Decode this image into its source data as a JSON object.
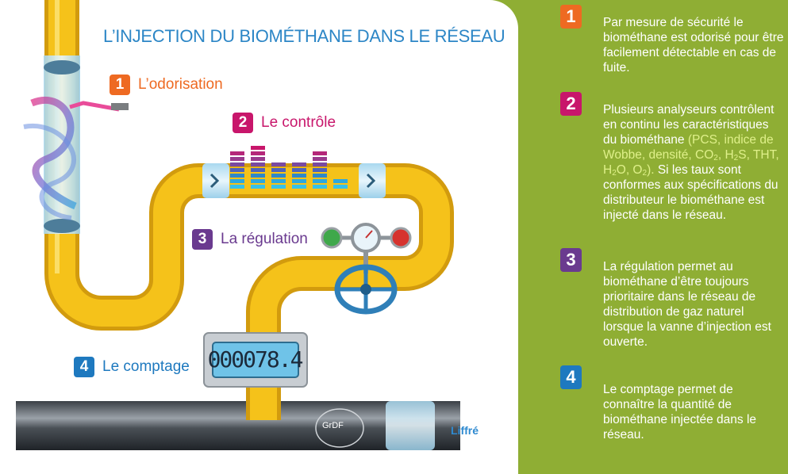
{
  "title": "L’INJECTION DU BIOMÉTHANE DANS LE RÉSEAU",
  "steps": [
    {
      "number": "1",
      "label": "L’odorisation"
    },
    {
      "number": "2",
      "label": "Le contrôle"
    },
    {
      "number": "3",
      "label": "La régulation"
    },
    {
      "number": "4",
      "label": "Le comptage"
    }
  ],
  "meter_value": "000078.4",
  "location": "Liffré",
  "logo_text": "GrDF",
  "descriptions": {
    "step1": "Par mesure de sécurité le biométhane est odorisé pour être facilement détectable en cas de fuite.",
    "step2_pre": "Plusieurs analyseurs contrôlent en continu les caractéristiques du biométhane",
    "step2_hl_1": "(PCS, indice de Wobbe, densité, CO",
    "step2_hl_2": ", H",
    "step2_hl_3": "S, THT, H",
    "step2_hl_4": "O, O",
    "step2_hl_5": ").",
    "step2_sub": "2",
    "step2_post": "Si les taux sont conformes aux spécifications du distributeur le biométhane est injecté dans le réseau.",
    "step3": "La régulation permet au biométhane d’être toujours prioritaire dans le réseau de distribution de gaz naturel lorsque la vanne d’injection est ouverte.",
    "step4": "Le comptage permet de connaître la quantité de biométhane injectée dans le réseau."
  },
  "bar_levels": [
    7,
    8,
    5,
    5,
    7,
    2
  ],
  "colors": {
    "sidebar": "#8fae34",
    "title": "#2c86c6",
    "pipe": "#f5c21a",
    "step1": "#ee6a22",
    "step2": "#c8166b",
    "step3": "#6a3a8f",
    "step4": "#1e79bf"
  }
}
